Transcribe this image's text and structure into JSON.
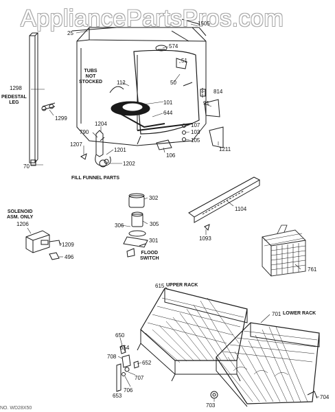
{
  "watermark": "AppliancePartsPros.com",
  "captions": {
    "tubs_not_stocked": [
      "TUBS",
      "NOT",
      "STOCKED"
    ],
    "pedestal_leg": [
      "PEDESTAL",
      "LEG"
    ],
    "fill_funnel_parts": "FILL FUNNEL PARTS",
    "solenoid": [
      "SOLENOID",
      "ASM. ONLY"
    ],
    "flood_switch": [
      "FLOOD",
      "SWITCH"
    ],
    "upper_rack": "UPPER RACK",
    "lower_rack": "LOWER RACK"
  },
  "part_labels": {
    "p25": "25",
    "p1505": "1505",
    "p574": "574",
    "p51": "51",
    "p50": "50",
    "p112": "112",
    "p814": "814",
    "p1298": "1298",
    "p1299": "1299",
    "p101": "101",
    "p644": "644",
    "p91": "91",
    "p107": "107",
    "p103": "103",
    "p105": "105",
    "p790": "790",
    "p1204": "1204",
    "p1207": "1207",
    "p1201": "1201",
    "p1202": "1202",
    "p106": "106",
    "p1211": "1211",
    "p70": "70",
    "p302": "302",
    "p306": "306",
    "p305": "305",
    "p301": "301",
    "p1104": "1104",
    "p1093": "1093",
    "p1206": "1206",
    "p1209": "1209",
    "p496": "496",
    "p761": "761",
    "p615": "615",
    "p701": "701",
    "p650": "650",
    "p654": "654",
    "p708": "708",
    "p652": "652",
    "p707": "707",
    "p706": "706",
    "p653": "653",
    "p703": "703",
    "p704": "704"
  },
  "corner_text": "NO. WD28X50"
}
